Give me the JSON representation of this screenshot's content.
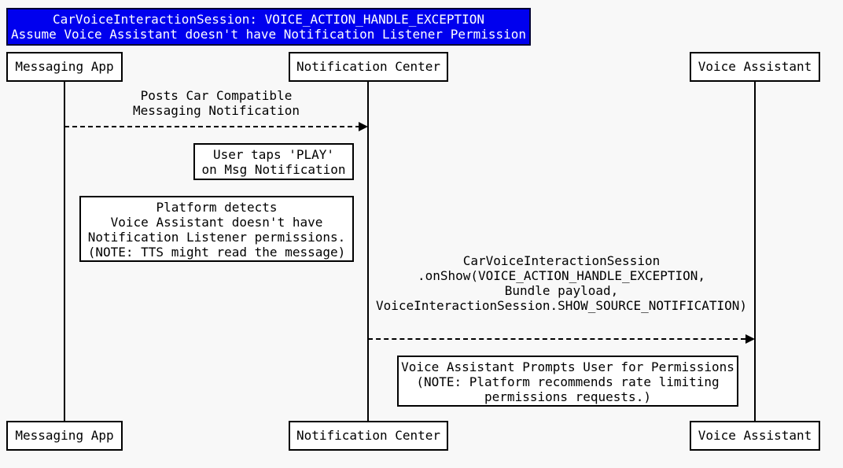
{
  "diagram_type": "sequence-diagram",
  "title": {
    "line1": "CarVoiceInteractionSession: VOICE_ACTION_HANDLE_EXCEPTION",
    "line2": "Assume Voice Assistant doesn't have Notification Listener Permission"
  },
  "participants": [
    {
      "name": "Messaging App"
    },
    {
      "name": "Notification Center"
    },
    {
      "name": "Voice Assistant"
    }
  ],
  "messages": [
    {
      "from": "Messaging App",
      "to": "Notification Center",
      "style": "dashed-arrow",
      "lines": [
        "Posts Car Compatible",
        "Messaging Notification"
      ]
    },
    {
      "from": "Notification Center",
      "to": "Voice Assistant",
      "style": "dashed-arrow",
      "lines": [
        "CarVoiceInteractionSession",
        ".onShow(VOICE_ACTION_HANDLE_EXCEPTION,",
        "Bundle payload,",
        "VoiceInteractionSession.SHOW_SOURCE_NOTIFICATION)"
      ]
    }
  ],
  "notes": [
    {
      "over": "Notification Center",
      "lines": [
        "User taps 'PLAY'",
        "on Msg Notification"
      ]
    },
    {
      "over": "Messaging App",
      "lines": [
        "Platform detects",
        "Voice Assistant doesn't have",
        "Notification Listener permissions.",
        "(NOTE: TTS might read the message)"
      ]
    },
    {
      "over": "Voice Assistant",
      "lines": [
        "Voice Assistant Prompts User for Permissions",
        "(NOTE: Platform recommends rate limiting",
        "permissions requests.)"
      ]
    }
  ],
  "colors": {
    "background": "#f8f8f8",
    "title_bg": "#0000ee",
    "title_text": "#ffffff",
    "box_bg": "#ffffff",
    "line": "#000000"
  }
}
